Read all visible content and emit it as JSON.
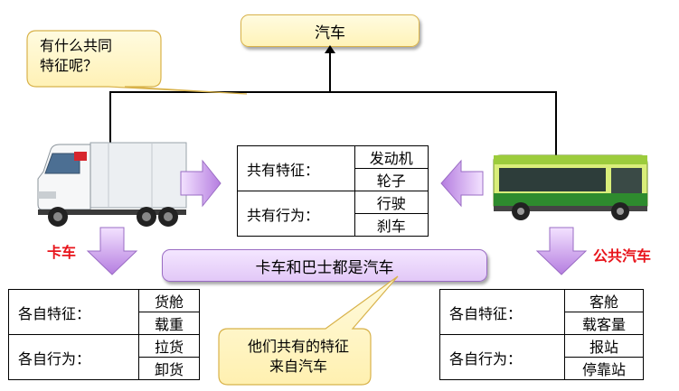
{
  "top_box": "汽车",
  "callout_question": [
    "有什么共同",
    "特征呢？"
  ],
  "center_table": {
    "rows": [
      {
        "label": "共有特征：",
        "values": [
          "发动机",
          "轮子"
        ]
      },
      {
        "label": "共有行为：",
        "values": [
          "行驶",
          "刹车"
        ]
      }
    ]
  },
  "truck": {
    "label": "卡车",
    "table": {
      "rows": [
        {
          "label": "各自特征：",
          "values": [
            "货舱",
            "载重"
          ]
        },
        {
          "label": "各自行为：",
          "values": [
            "拉货",
            "卸货"
          ]
        }
      ]
    }
  },
  "bus": {
    "label": "公共汽车",
    "table": {
      "rows": [
        {
          "label": "各自特征：",
          "values": [
            "客舱",
            "载客量"
          ]
        },
        {
          "label": "各自行为：",
          "values": [
            "报站",
            "停靠站"
          ]
        }
      ]
    }
  },
  "banner": "卡车和巴士都是汽车",
  "callout_answer": [
    "他们共有的特征",
    "来自汽车"
  ],
  "colors": {
    "arrow_purple": "#b57de0",
    "label_red": "#e8141b",
    "callout_yellow": "#fff3b8"
  }
}
